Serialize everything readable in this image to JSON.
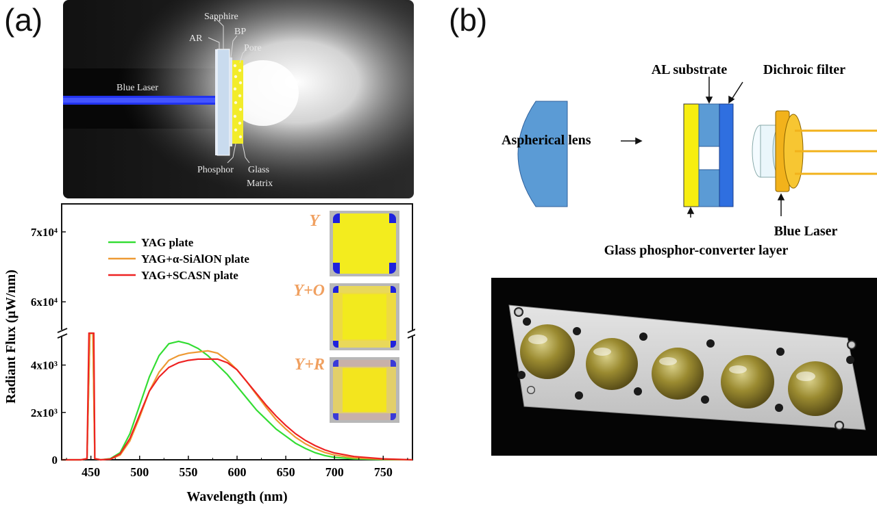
{
  "panels": {
    "a": "(a)",
    "b": "(b)"
  },
  "schematic_a": {
    "labels": {
      "sapphire": "Sapphire",
      "ar": "AR",
      "bp": "BP",
      "pore": "Pore",
      "blue_laser": "Blue Laser",
      "phosphor": "Phosphor",
      "glass": "Glass",
      "matrix": "Matrix"
    }
  },
  "schematic_b": {
    "labels": {
      "al_substrate": "AL substrate",
      "dichroic_filter": "Dichroic filter",
      "aspherical_lens": "Aspherical lens",
      "blue_laser": "Blue Laser",
      "glass_layer": "Glass phosphor-converter layer"
    }
  },
  "insets": [
    {
      "label": "Y",
      "color": "#f0a060"
    },
    {
      "label": "Y+O",
      "color": "#f0a060"
    },
    {
      "label": "Y+R",
      "color": "#f0a060"
    }
  ],
  "chart_data": {
    "type": "line",
    "xlabel": "Wavelength (nm)",
    "ylabel": "Radiant Flux (μW/nm)",
    "xlim": [
      420,
      780
    ],
    "x_ticks": [
      "450",
      "500",
      "550",
      "600",
      "650",
      "700",
      "750"
    ],
    "y_ticks_lower": [
      "0",
      "2x10³",
      "4x10³"
    ],
    "y_ticks_upper": [
      "6x10⁴",
      "7x10⁴"
    ],
    "axis_break": "broken y-axis between about 5.2x10³ and 5.6x10⁴",
    "legend_position": "top-left",
    "series": [
      {
        "name": "YAG plate",
        "color": "#33dd33",
        "points": [
          [
            420,
            0
          ],
          [
            440,
            0
          ],
          [
            446,
            50
          ],
          [
            449,
            5500
          ],
          [
            451,
            5500
          ],
          [
            452,
            5500
          ],
          [
            454,
            50
          ],
          [
            460,
            0
          ],
          [
            470,
            50
          ],
          [
            480,
            300
          ],
          [
            490,
            1100
          ],
          [
            500,
            2300
          ],
          [
            510,
            3500
          ],
          [
            520,
            4400
          ],
          [
            530,
            4900
          ],
          [
            540,
            5000
          ],
          [
            550,
            4900
          ],
          [
            560,
            4700
          ],
          [
            570,
            4400
          ],
          [
            580,
            4000
          ],
          [
            590,
            3600
          ],
          [
            600,
            3100
          ],
          [
            610,
            2600
          ],
          [
            620,
            2100
          ],
          [
            630,
            1700
          ],
          [
            640,
            1300
          ],
          [
            650,
            1000
          ],
          [
            660,
            700
          ],
          [
            670,
            480
          ],
          [
            680,
            300
          ],
          [
            690,
            180
          ],
          [
            700,
            100
          ],
          [
            720,
            40
          ],
          [
            750,
            10
          ],
          [
            780,
            0
          ]
        ]
      },
      {
        "name": "YAG+α-SiAlON plate",
        "color": "#ee9933",
        "points": [
          [
            420,
            0
          ],
          [
            440,
            0
          ],
          [
            446,
            50
          ],
          [
            449,
            5500
          ],
          [
            451,
            5500
          ],
          [
            452,
            5500
          ],
          [
            454,
            50
          ],
          [
            460,
            0
          ],
          [
            470,
            30
          ],
          [
            480,
            200
          ],
          [
            490,
            800
          ],
          [
            500,
            1800
          ],
          [
            510,
            2900
          ],
          [
            520,
            3700
          ],
          [
            530,
            4200
          ],
          [
            540,
            4400
          ],
          [
            550,
            4500
          ],
          [
            560,
            4550
          ],
          [
            570,
            4600
          ],
          [
            580,
            4500
          ],
          [
            590,
            4200
          ],
          [
            600,
            3800
          ],
          [
            610,
            3300
          ],
          [
            620,
            2750
          ],
          [
            630,
            2200
          ],
          [
            640,
            1700
          ],
          [
            650,
            1300
          ],
          [
            660,
            950
          ],
          [
            670,
            680
          ],
          [
            680,
            470
          ],
          [
            690,
            310
          ],
          [
            700,
            200
          ],
          [
            720,
            80
          ],
          [
            750,
            20
          ],
          [
            780,
            0
          ]
        ]
      },
      {
        "name": "YAG+SCASN plate",
        "color": "#ee2222",
        "points": [
          [
            420,
            0
          ],
          [
            440,
            0
          ],
          [
            446,
            50
          ],
          [
            448,
            5500
          ],
          [
            449,
            7350
          ],
          [
            450,
            5500
          ],
          [
            451,
            5500
          ],
          [
            452,
            5500
          ],
          [
            453,
            5500
          ],
          [
            454,
            50
          ],
          [
            460,
            0
          ],
          [
            470,
            30
          ],
          [
            480,
            250
          ],
          [
            490,
            900
          ],
          [
            500,
            1900
          ],
          [
            510,
            2900
          ],
          [
            520,
            3500
          ],
          [
            530,
            3900
          ],
          [
            540,
            4100
          ],
          [
            550,
            4200
          ],
          [
            560,
            4250
          ],
          [
            570,
            4250
          ],
          [
            580,
            4250
          ],
          [
            590,
            4100
          ],
          [
            600,
            3800
          ],
          [
            610,
            3300
          ],
          [
            620,
            2800
          ],
          [
            630,
            2300
          ],
          [
            640,
            1850
          ],
          [
            650,
            1450
          ],
          [
            660,
            1100
          ],
          [
            670,
            820
          ],
          [
            680,
            600
          ],
          [
            690,
            420
          ],
          [
            700,
            290
          ],
          [
            720,
            140
          ],
          [
            750,
            40
          ],
          [
            780,
            0
          ]
        ]
      }
    ]
  }
}
